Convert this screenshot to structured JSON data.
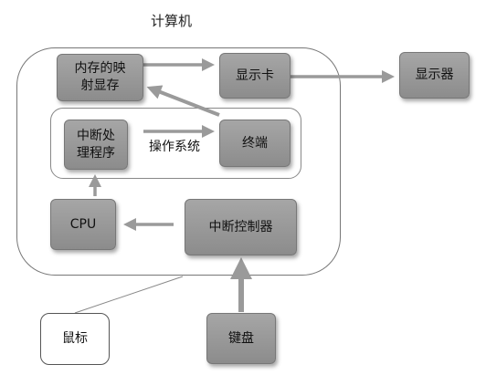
{
  "diagram": {
    "title": "计算机",
    "os_label": "操作系统",
    "nodes": {
      "memory_map": "内存的映\n射显存",
      "graphics_card": "显示卡",
      "monitor": "显示器",
      "interrupt_handler": "中断处\n理程序",
      "terminal": "终端",
      "cpu": "CPU",
      "interrupt_controller": "中断控制器",
      "mouse": "鼠标",
      "keyboard": "键盘"
    },
    "edges": [
      {
        "from": "memory_map",
        "to": "graphics_card"
      },
      {
        "from": "graphics_card",
        "to": "monitor"
      },
      {
        "from": "terminal",
        "to": "memory_map"
      },
      {
        "from": "interrupt_handler",
        "to": "terminal"
      },
      {
        "from": "cpu",
        "to": "interrupt_handler"
      },
      {
        "from": "interrupt_controller",
        "to": "cpu"
      },
      {
        "from": "keyboard",
        "to": "interrupt_controller"
      }
    ]
  }
}
